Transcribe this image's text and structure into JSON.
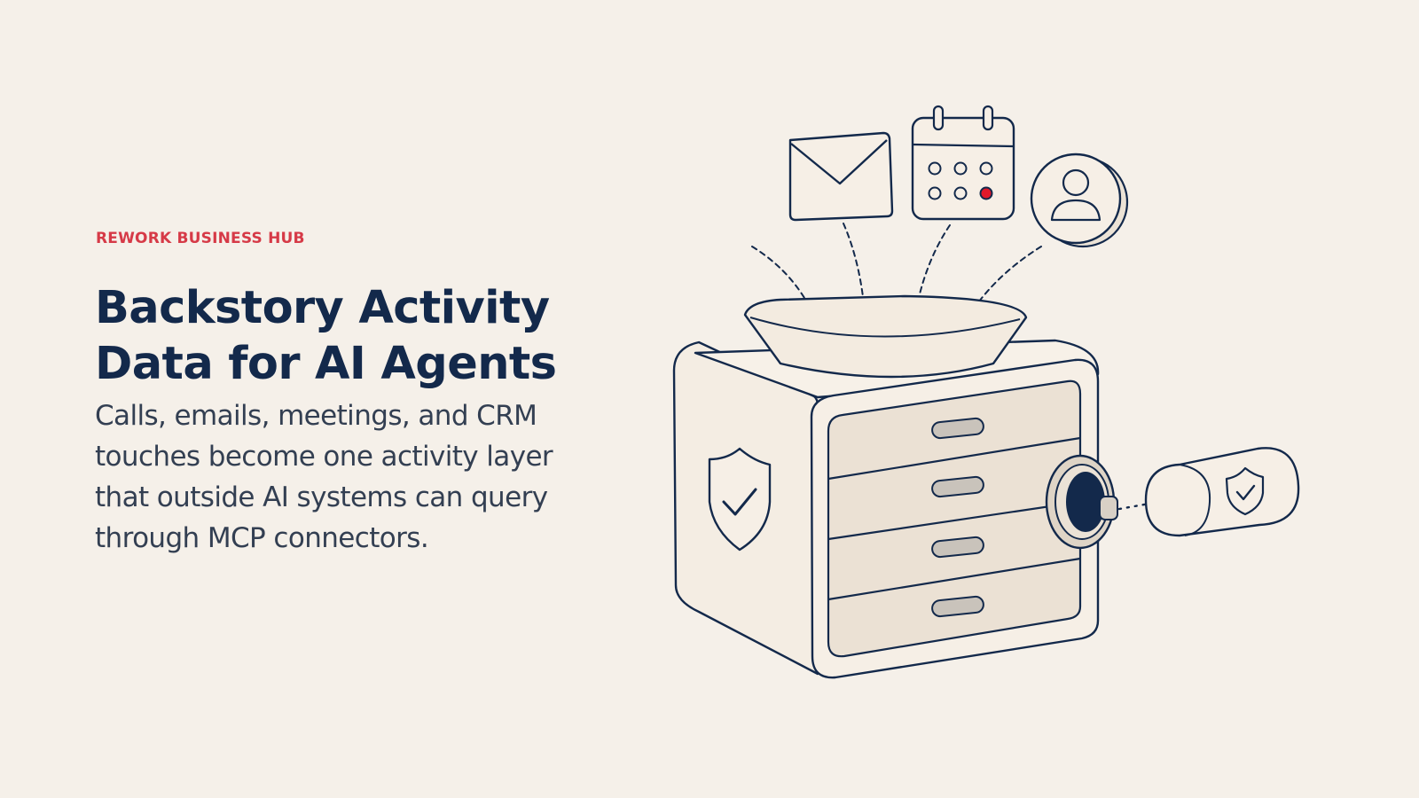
{
  "eyebrow": "REWORK BUSINESS HUB",
  "title_lines": [
    "Backstory Activity",
    "Data for AI Agents"
  ],
  "body_lines": [
    "Calls, emails, meetings, and CRM",
    "touches become one activity layer",
    "that outside AI systems can query",
    "through MCP connectors."
  ],
  "icons": {
    "inputs": [
      "email-icon",
      "calendar-icon",
      "contact-icon"
    ],
    "storage": "server-cabinet-icon",
    "side_badge": "shield-check-icon",
    "connector": "connector-plug-icon"
  },
  "colors": {
    "background": "#f5f0e9",
    "accent": "#d63a47",
    "navy": "#13294b",
    "body_text": "#333f52",
    "calendar_highlight": "#e0182a"
  }
}
